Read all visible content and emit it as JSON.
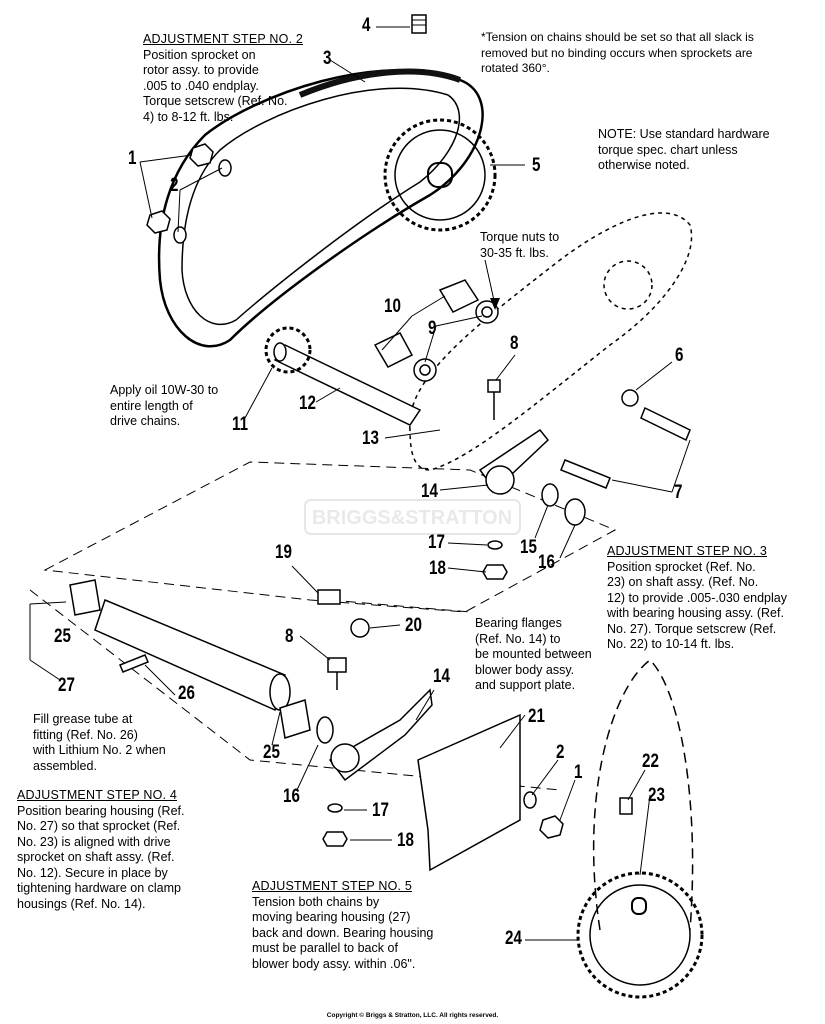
{
  "notes": {
    "step2": {
      "heading": "ADJUSTMENT STEP NO. 2",
      "lines": [
        "Position sprocket on",
        "rotor assy. to provide",
        ".005 to .040 endplay.",
        "Torque setscrew (Ref. No.",
        "4) to 8-12 ft. lbs."
      ]
    },
    "tension": {
      "lines": [
        "*Tension on chains should be set so that all slack is",
        "removed but no binding occurs when sprockets are",
        "rotated 360°."
      ]
    },
    "hardware": {
      "lines": [
        "NOTE: Use standard hardware",
        "torque spec. chart unless",
        "otherwise noted."
      ]
    },
    "torque_nuts": {
      "lines": [
        "Torque nuts to",
        "30-35 ft. lbs."
      ]
    },
    "oil": {
      "lines": [
        "Apply oil 10W-30 to",
        "entire length of",
        "drive chains."
      ]
    },
    "step3": {
      "heading": "ADJUSTMENT STEP NO. 3",
      "lines": [
        "Position sprocket (Ref. No.",
        "23) on shaft assy. (Ref. No.",
        "12) to provide .005-.030 endplay",
        "with bearing housing assy. (Ref.",
        "No. 27). Torque setscrew (Ref.",
        "No. 22) to 10-14 ft. lbs."
      ]
    },
    "flanges": {
      "lines": [
        "Bearing flanges",
        "(Ref. No. 14) to",
        "be mounted between",
        "blower body assy.",
        "and support plate."
      ]
    },
    "grease": {
      "lines": [
        "Fill grease tube at",
        "fitting (Ref. No. 26)",
        "with Lithium No. 2 when",
        "assembled."
      ]
    },
    "step4": {
      "heading": "ADJUSTMENT STEP NO. 4",
      "lines": [
        "Position bearing housing (Ref.",
        "No. 27) so that sprocket (Ref.",
        "No. 23) is aligned with drive",
        "sprocket  on shaft assy. (Ref.",
        "No. 12). Secure in place by",
        "tightening hardware on clamp",
        "housings (Ref. No. 14)."
      ]
    },
    "step5": {
      "heading": "ADJUSTMENT STEP NO. 5",
      "lines": [
        "Tension both chains by",
        "moving bearing housing (27)",
        "back and down. Bearing housing",
        "must be parallel to back of",
        "blower body assy. within .06\"."
      ]
    }
  },
  "callouts": [
    "4",
    "3",
    "1",
    "2",
    "5",
    "10",
    "9",
    "8",
    "6",
    "11",
    "12",
    "13",
    "14",
    "7",
    "17",
    "15",
    "16",
    "18",
    "19",
    "8",
    "20",
    "25",
    "27",
    "26",
    "14",
    "21",
    "25",
    "16",
    "17",
    "18",
    "2",
    "1",
    "22",
    "23",
    "24"
  ],
  "watermark": "BRIGGS&STRATTON",
  "copyright": "Copyright © Briggs & Stratton, LLC. All rights reserved."
}
